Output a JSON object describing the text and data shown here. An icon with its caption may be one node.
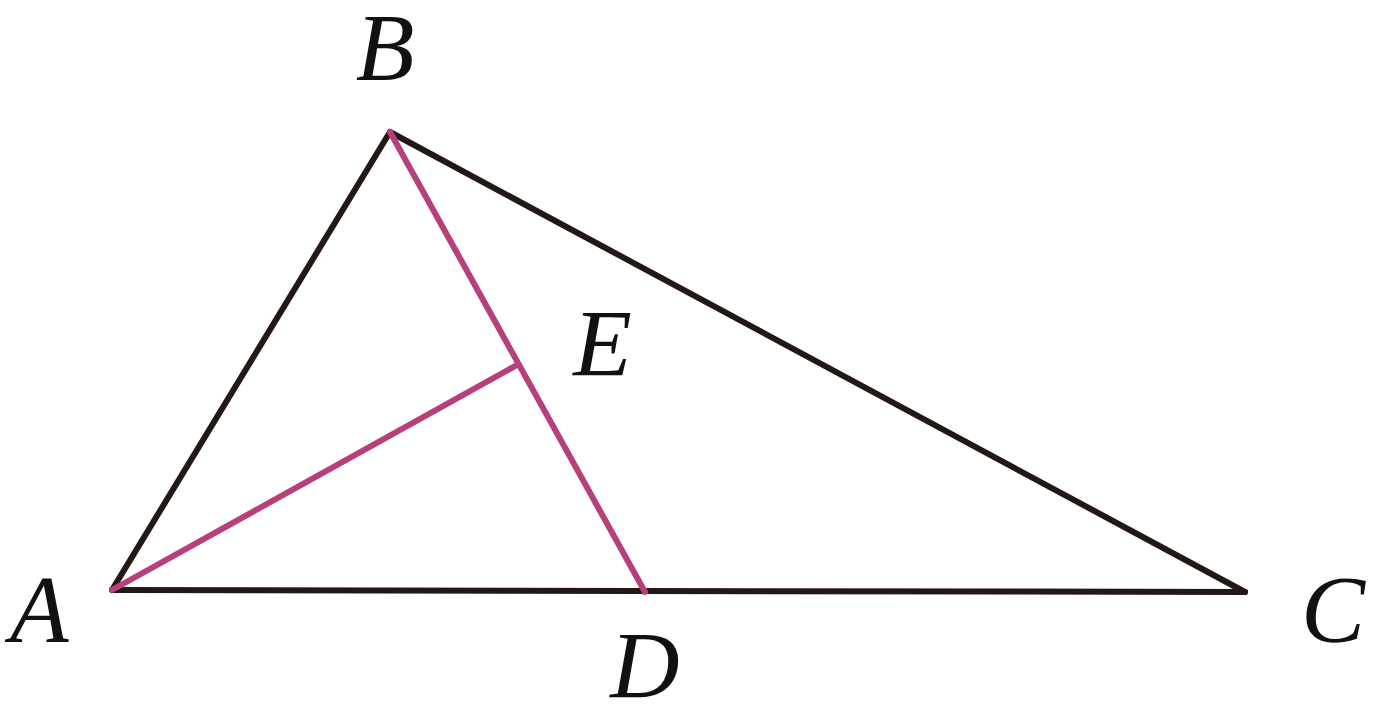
{
  "diagram": {
    "nodes": [
      {
        "text": [
          "A"
        ]
      },
      {
        "text": [
          "B"
        ]
      },
      {
        "text": [
          "C"
        ]
      },
      {
        "text": [
          "D"
        ]
      },
      {
        "text": [
          "E"
        ]
      }
    ],
    "edges": [
      {
        "from": 0,
        "to": 1,
        "arrow": "none"
      },
      {
        "from": 1,
        "to": 2,
        "arrow": "none"
      },
      {
        "from": 0,
        "to": 2,
        "arrow": "none"
      },
      {
        "from": 1,
        "to": 3,
        "arrow": "none",
        "color": "#b8407a"
      },
      {
        "from": 0,
        "to": 4,
        "arrow": "none",
        "color": "#b8407a"
      }
    ]
  }
}
